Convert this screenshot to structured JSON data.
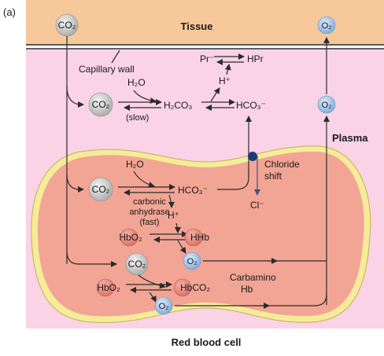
{
  "panel_label": "(a)",
  "regions": {
    "tissue": "Tissue",
    "plasma": "Plasma",
    "rbc": "Red blood cell",
    "capillary_wall": "Capillary wall"
  },
  "plasma_reactions": {
    "h2o": "H₂O",
    "co2": "CO₂",
    "slow": "(slow)",
    "h2co3": "H₂CO₃",
    "hco3": "HCO₃⁻",
    "hplus": "H⁺",
    "pr": "Pr⁻",
    "hpr": "HPr"
  },
  "rbc_reactions": {
    "h2o": "H₂O",
    "co2_top": "CO₂",
    "hco3": "HCO₃⁻",
    "carbonic_line1": "carbonic",
    "carbonic_line2": "anhydrase",
    "carbonic_line3": "(fast)",
    "hplus": "H⁺",
    "hbo2_a": "HbO₂",
    "hhb": "HHb",
    "o2_a": "O₂",
    "co2_mid": "CO₂",
    "hbo2_b": "HbO₂",
    "hbco2": "HbCO₂",
    "o2_b": "O₂",
    "carbamino_line1": "Carbamino",
    "carbamino_line2": "Hb"
  },
  "chloride": {
    "label_line1": "Chloride",
    "label_line2": "shift",
    "ion": "Cl⁻"
  },
  "tissue_molecules": {
    "co2": "CO₂",
    "o2_top": "O₂",
    "o2_plasma": "O₂"
  },
  "colors": {
    "tissue": "#f6c89a",
    "plasma": "#fad3e6",
    "rbc": "#f2a594",
    "rbc_rim": "#f5ec9a",
    "co2_ball": "#c9c9c9",
    "o2_ball": "#9ec3ea",
    "hb_ball": "#e8877c",
    "chloride_dot": "#1f3a7a"
  }
}
